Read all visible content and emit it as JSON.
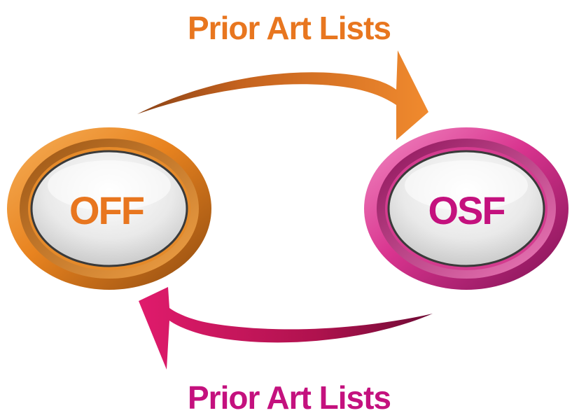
{
  "top_label": "Prior Art Lists",
  "bottom_label": "Prior Art Lists",
  "nodes": {
    "left": {
      "label": "OFF"
    },
    "right": {
      "label": "OSF"
    }
  },
  "colors": {
    "orange": "#E8761F",
    "magenta": "#C4117E",
    "arrow_bottom": "#D21466",
    "button_face": "#ECECEC"
  }
}
